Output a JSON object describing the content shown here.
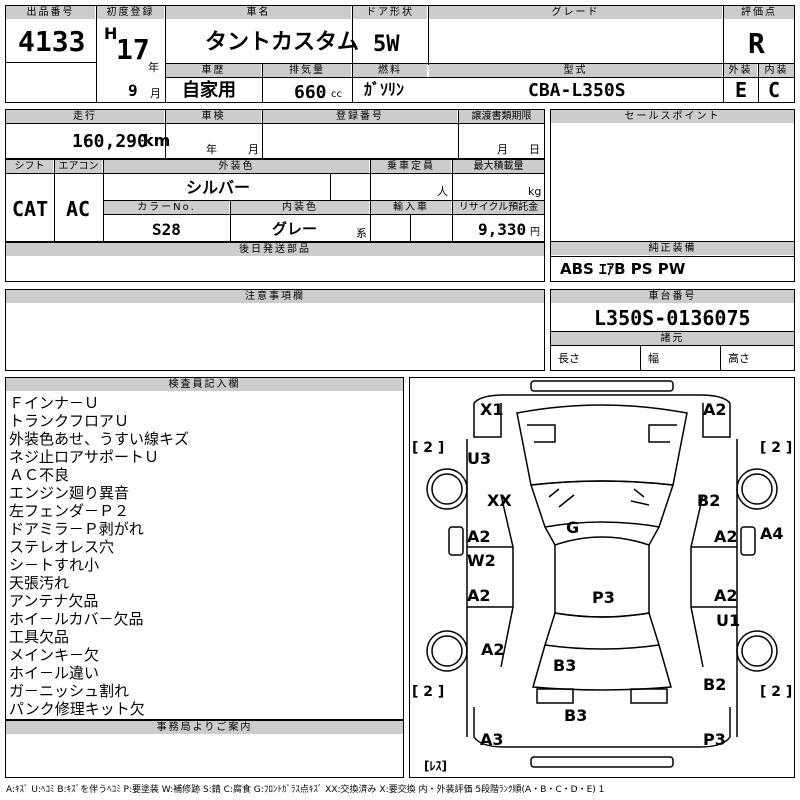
{
  "header": {
    "lot_no_label": "出品番号",
    "lot_no": "4133",
    "first_reg_label": "初度登録",
    "era": "H",
    "year": "17",
    "year_unit": "年",
    "month": "9",
    "month_unit": "月",
    "car_name_label": "車名",
    "car_name": "タントカスタム",
    "door_label": "ドア形状",
    "door": "5W",
    "grade_label": "グレード",
    "grade": "",
    "score_label": "評価点",
    "score": "R",
    "history_label": "車歴",
    "history": "自家用",
    "displacement_label": "排気量",
    "displacement": "660",
    "displacement_unit": "cc",
    "fuel_label": "燃料",
    "fuel": "ｶﾞｿﾘﾝ",
    "model_label": "型式",
    "model": "CBA-L350S",
    "exterior_label": "外装",
    "exterior": "E",
    "interior_label": "内装",
    "interior": "C"
  },
  "row2": {
    "mileage_label": "走行",
    "mileage": "160,290",
    "mileage_unit": "km",
    "inspection_label": "車検",
    "ins_year_unit": "年",
    "ins_month_unit": "月",
    "reg_no_label": "登録番号",
    "transfer_label": "譲渡書類期限",
    "tr_month_unit": "月",
    "tr_day_unit": "日",
    "sales_point_label": "セールスポイント"
  },
  "row3": {
    "shift_label": "シフト",
    "shift": "CAT",
    "ac_label": "エアコン",
    "ac": "AC",
    "ext_color_label": "外装色",
    "ext_color": "シルバー",
    "capacity_label": "乗車定員",
    "capacity_unit": "人",
    "load_label": "最大積載量",
    "load_unit": "kg",
    "color_no_label": "カラーNo.",
    "color_no": "S28",
    "int_color_label": "内装色",
    "int_color": "グレー",
    "int_color_unit": "系",
    "import_label": "輸入車",
    "recycle_label": "リサイクル預託金",
    "recycle": "9,330",
    "recycle_unit": "円"
  },
  "later_parts_label": "後日発送部品",
  "equipment": {
    "label": "純正装備",
    "value": "ABS ｴｱB PS PW"
  },
  "notes_label": "注意事項欄",
  "chassis": {
    "label": "車台番号",
    "value": "L350S-0136075",
    "specs_label": "諸元",
    "length_label": "長さ",
    "width_label": "幅",
    "height_label": "高さ"
  },
  "inspector": {
    "label": "検査員記入欄",
    "lines": [
      "Ｆインナ－Ｕ",
      "トランクフロアＵ",
      "外装色あせ、うすい線キズ",
      "ネジ止ロアサポートＵ",
      "ＡＣ不良",
      "エンジン廻り異音",
      "左フェンダ－Ｐ２",
      "ドアミラ－Ｐ剥がれ",
      "ステレオレス穴",
      "シ－トすれ小",
      "天張汚れ",
      "アンテナ欠品",
      "ホイ－ルカバ－欠品",
      "工具欠品",
      "メインキ－欠",
      "ホイ－ル違い",
      "ガ－ニッシュ割れ",
      "パンク修理キット欠"
    ]
  },
  "office_label": "事務局よりご案内",
  "diagram": {
    "marks": {
      "x1": "X1",
      "a2_top": "A2",
      "u3": "U3",
      "xx": "XX",
      "b2_right": "B2",
      "a2_l1": "A2",
      "w2": "W2",
      "g": "G",
      "a2_r1": "A2",
      "a4": "A4",
      "a2_l2": "A2",
      "p3_center": "P3",
      "a2_r2": "A2",
      "u1": "U1",
      "a2_l3": "A2",
      "b3_mid": "B3",
      "b2_r2": "B2",
      "b3_bottom": "B3",
      "a3": "A3",
      "p3_bottom": "P3"
    },
    "tire_tl": "[ 2 ]",
    "tire_tr": "[ 2 ]",
    "tire_bl": "[ 2 ]",
    "tire_br": "[ 2 ]",
    "spare": "[ﾚｽ]"
  },
  "legend": "A:ｷｽﾞ U:ﾍｺﾐ B:ｷｽﾞを伴うﾍｺﾐ P:要塗装 W:補修跡 S:錆 C:腐食 G:ﾌﾛﾝﾄｶﾞﾗｽ点ｷｽﾞ XX:交換済み X:要交換 内・外装評価 5段階ﾗﾝｸ順(A・B・C・D・E) 1"
}
